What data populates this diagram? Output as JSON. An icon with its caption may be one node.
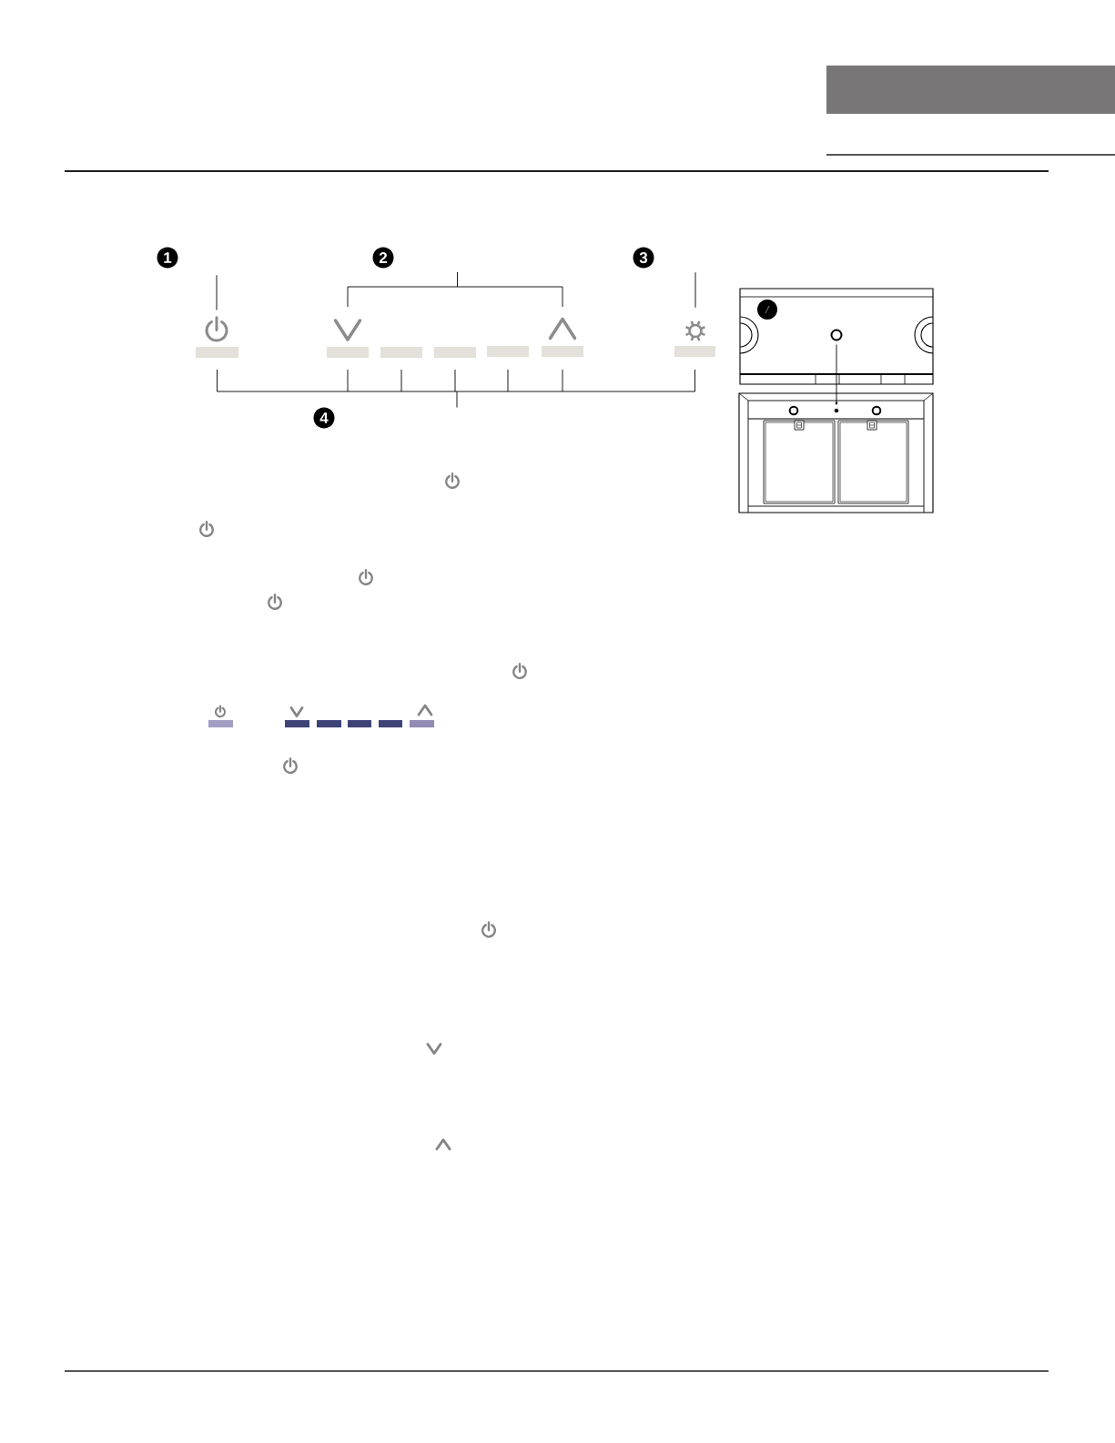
{
  "diagram": {
    "nodes": [
      {
        "text": [
          "1"
        ]
      },
      {
        "text": [
          "2"
        ]
      },
      {
        "text": [
          "3"
        ]
      },
      {
        "text": [],
        "shape": "picture"
      },
      {
        "text": [],
        "shape": "picture"
      },
      {
        "text": [],
        "shape": "picture"
      },
      {
        "text": [],
        "shape": "picture"
      },
      {
        "text": [],
        "shape": "circle"
      },
      {
        "text": [],
        "shape": "bar"
      },
      {
        "text": [],
        "shape": "bar"
      },
      {
        "text": [],
        "shape": "bar"
      },
      {
        "text": [],
        "shape": "bar"
      },
      {
        "text": [],
        "shape": "bar"
      },
      {
        "text": [],
        "shape": "bar"
      },
      {
        "text": [],
        "shape": "bar"
      },
      {
        "text": [
          "4"
        ]
      },
      {
        "text": [],
        "shape": "circle"
      },
      {
        "text": [],
        "shape": "circle"
      }
    ],
    "edges": [
      {
        "from": 0,
        "to": 3,
        "arrow": "none"
      },
      {
        "from": 2,
        "to": 6,
        "arrow": "none"
      },
      {
        "from": 7,
        "to": 16,
        "arrow": "to"
      }
    ]
  }
}
